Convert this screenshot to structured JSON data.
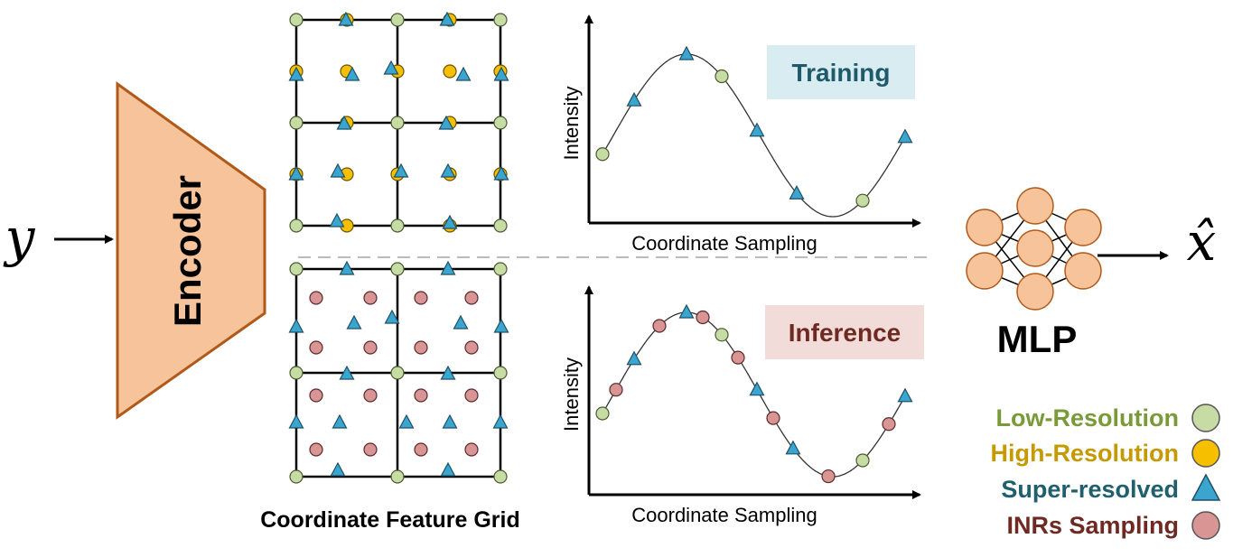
{
  "input_symbol": "y",
  "output_symbol": "x̂",
  "encoder_label": "Encoder",
  "grid_caption": "Coordinate Feature Grid",
  "training_label": "Training",
  "inference_label": "Inference",
  "axis_y_label": "Intensity",
  "axis_x_label": "Coordinate Sampling",
  "mlp_label": "MLP",
  "legend": [
    {
      "label": "Low-Resolution",
      "color": "#7a9a3a",
      "marker": "circle",
      "fill": "#c6dca4"
    },
    {
      "label": "High-Resolution",
      "color": "#c49a00",
      "marker": "circle",
      "fill": "#f6c000"
    },
    {
      "label": "Super-resolved",
      "color": "#1f5f6e",
      "marker": "triangle",
      "fill": "#3aa6cf"
    },
    {
      "label": "INRs Sampling",
      "color": "#6e2a22",
      "marker": "circle",
      "fill": "#d99494"
    }
  ],
  "colors": {
    "encoder_fill": "#f7c39a",
    "encoder_stroke": "#b05a1a",
    "mlp_node": "#f7c39a",
    "training_box": "#d8ecf2",
    "inference_box": "#f2dcd9"
  }
}
